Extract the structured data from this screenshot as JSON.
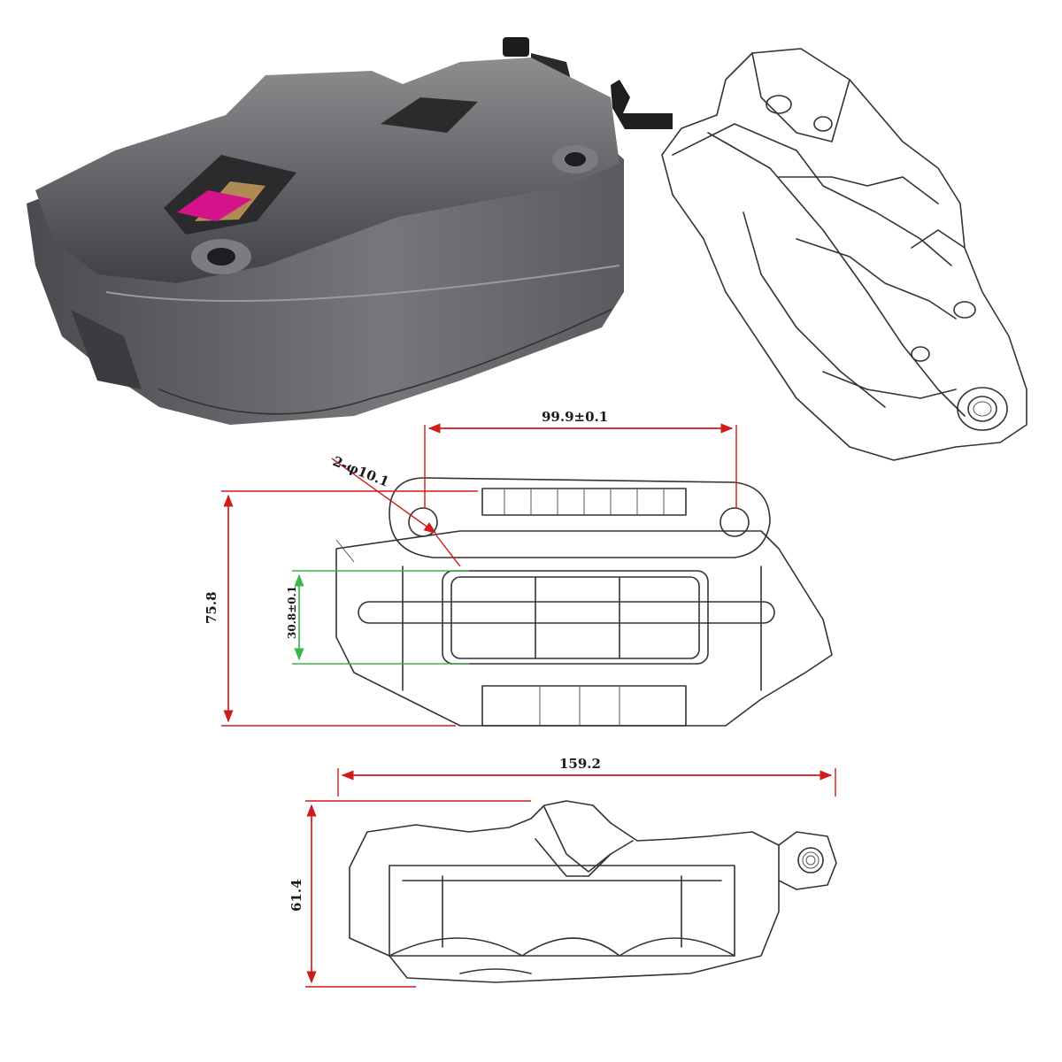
{
  "product": "motorcycle four-piston brake caliper",
  "colors": {
    "body_metal": "#5f6063",
    "body_highlight": "#8d8e90",
    "pad_accent": "#d6128a",
    "dimension_line": "#d11a1a",
    "pad_dimension_line": "#39b54a",
    "drawing_line": "#333333"
  },
  "dimensions": {
    "mount_hole_spacing": "99.9±0.1",
    "mount_holes": "2-φ10.1",
    "body_height": "75.8",
    "pad_height": "30.8±0.1",
    "overall_length": "159.2",
    "overall_depth": "61.4"
  }
}
